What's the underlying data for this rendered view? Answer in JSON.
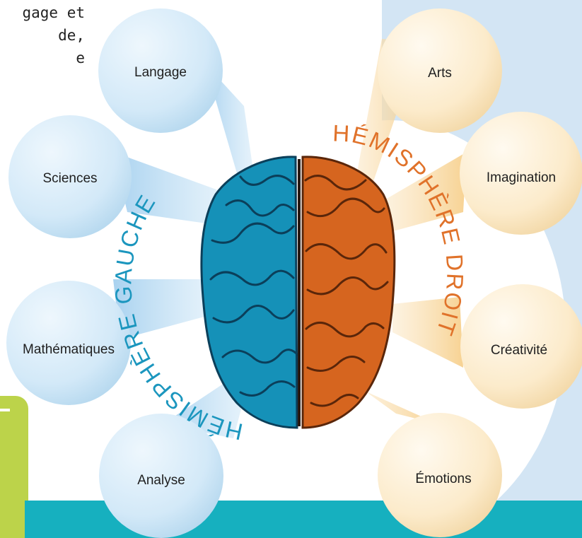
{
  "intro_text": [
    "gage et",
    "de,",
    "e"
  ],
  "left_heading": "HÉMISPHÈRE GAUCHE",
  "right_heading": "HÉMISPHÈRE DROIT",
  "left_items": [
    "Langage",
    "Sciences",
    "Mathématiques",
    "Analyse"
  ],
  "right_items": [
    "Arts",
    "Imagination",
    "Créativité",
    "Émotions"
  ],
  "colors": {
    "left_hemisphere": "#1591b8",
    "right_hemisphere": "#d6651f",
    "left_bubble": "#d3e9f8",
    "right_bubble": "#fcebcb",
    "left_heading": "#1b96be",
    "right_heading": "#e0722a",
    "teal_band": "#16b0bf",
    "green_tab": "#bcd34a"
  }
}
